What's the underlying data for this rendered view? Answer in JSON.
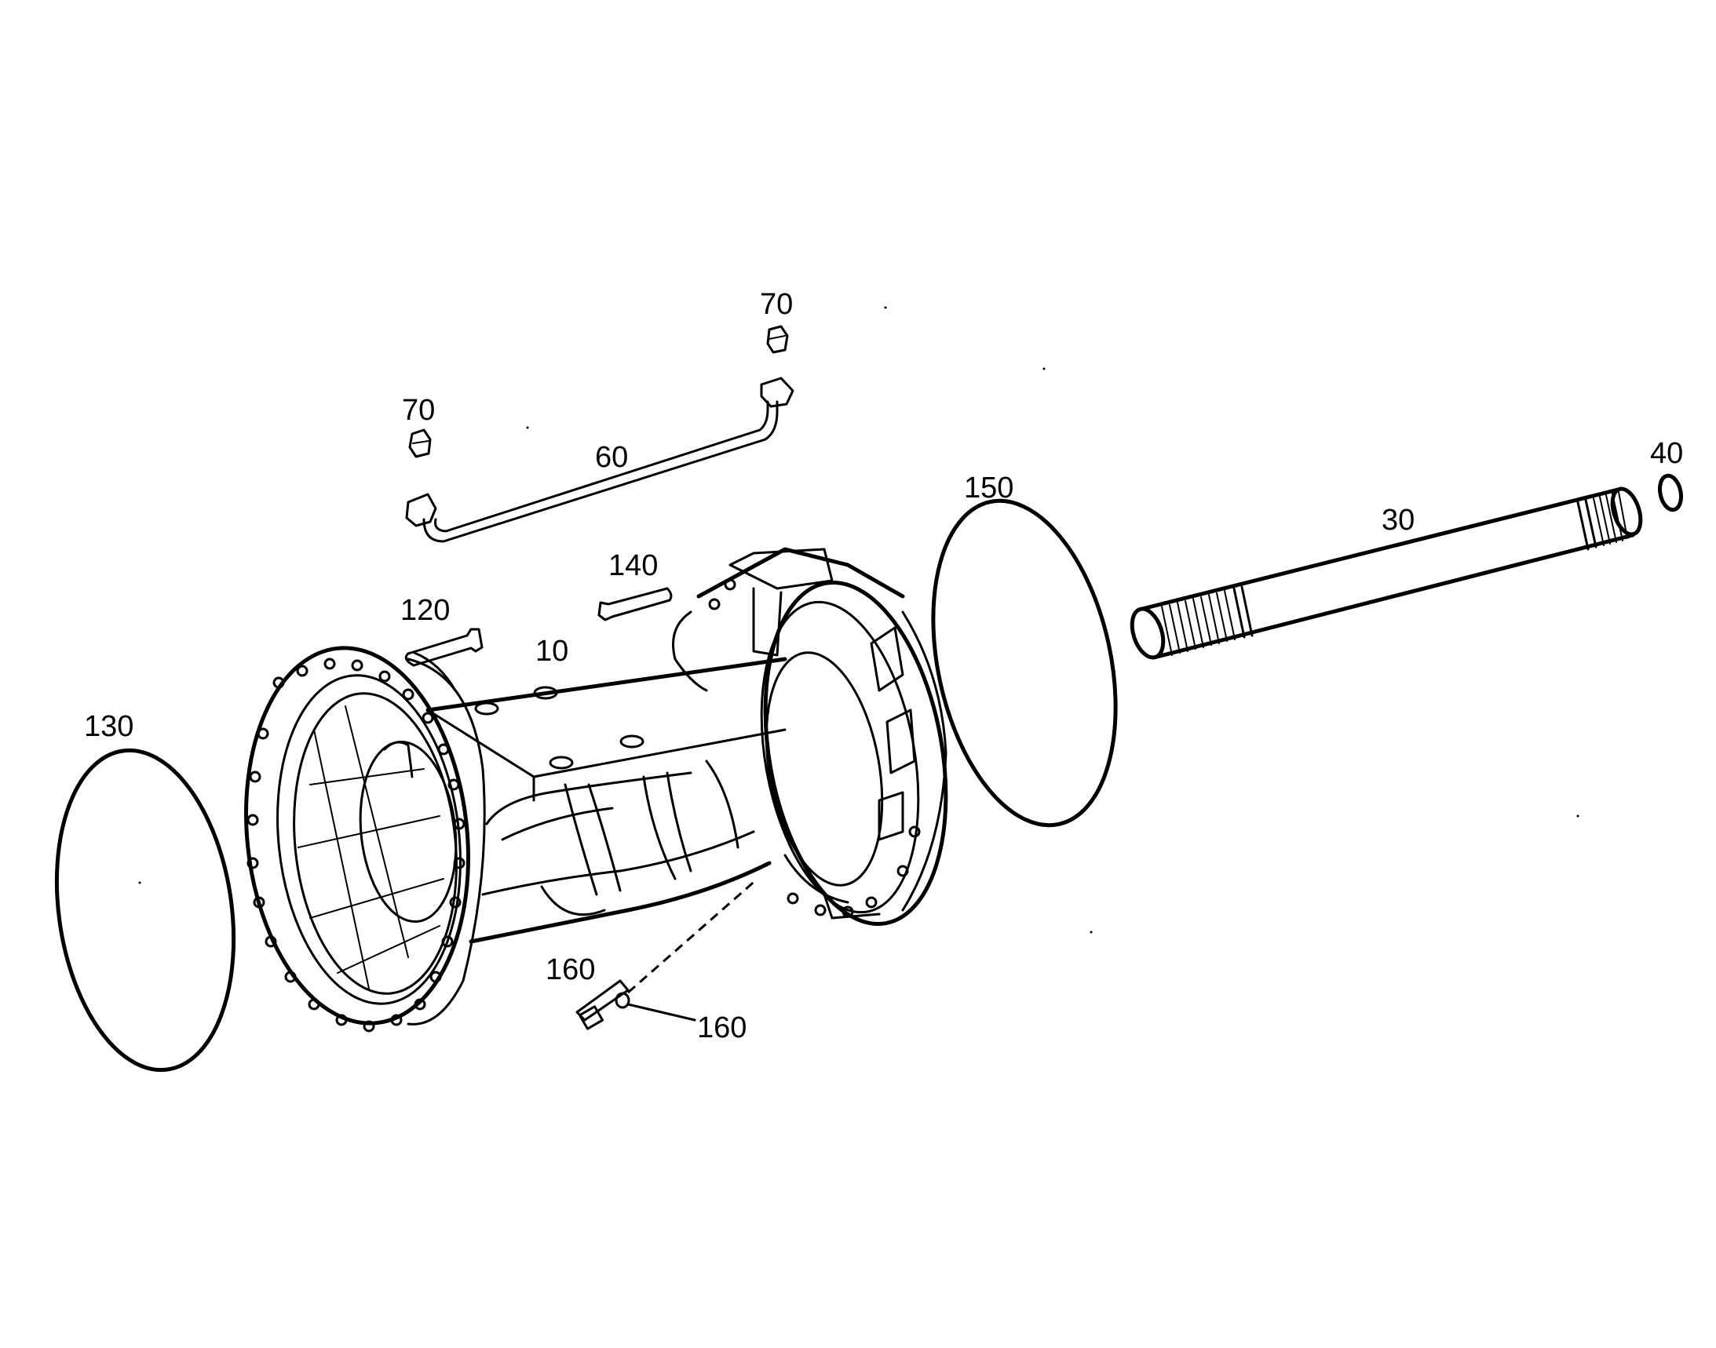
{
  "diagram": {
    "callouts": {
      "housing": "10",
      "shaft": "30",
      "snap_ring": "40",
      "pipe": "60",
      "fitting_left": "70",
      "fitting_right": "70",
      "screw_120": "120",
      "o_ring_left": "130",
      "screw_140": "140",
      "o_ring_right": "150",
      "plug_left": "160",
      "plug_right": "160"
    }
  }
}
